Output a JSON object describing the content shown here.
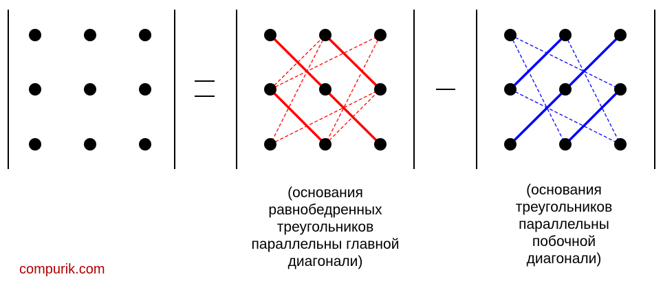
{
  "operators": {
    "equals": "=",
    "minus": "—"
  },
  "caption_main": {
    "lines": [
      "(основания",
      "равнобедренных",
      "треугольников",
      "параллельны главной",
      "диагонали)"
    ]
  },
  "caption_secondary": {
    "lines": [
      "(основания",
      "треугольников",
      "параллельны",
      "побочной",
      "диагонали)"
    ]
  },
  "watermark": "compurik.com",
  "colors": {
    "dot": "#000000",
    "determinant_bar": "#000000",
    "main_diagonal_lines": "#ff0000",
    "secondary_diagonal_lines": "#0000ff",
    "watermark": "#b00000"
  }
}
